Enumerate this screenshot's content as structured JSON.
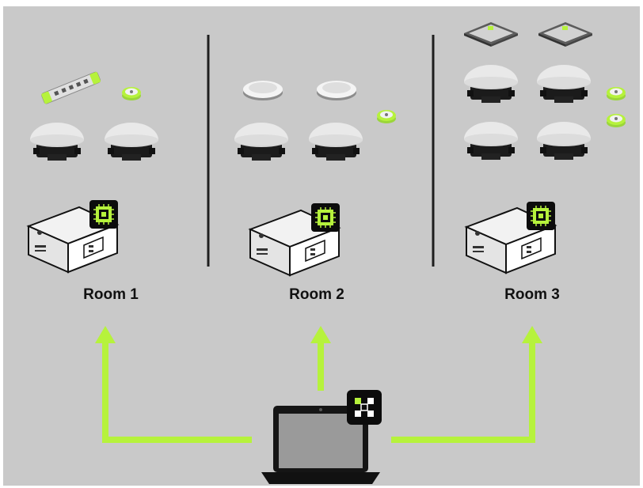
{
  "colors": {
    "background": "#c9c9c9",
    "accent": "#b6f23c",
    "divider": "#222222",
    "device_dark": "#111111",
    "device_light": "#eeeeee"
  },
  "rooms": [
    {
      "label": "Room 1",
      "icons": [
        "remote-icon",
        "mute-button-icon",
        "ceiling-speaker-icon",
        "ceiling-speaker-icon",
        "mini-pc-icon",
        "processor-chip-icon"
      ]
    },
    {
      "label": "Room 2",
      "icons": [
        "ceiling-microphone-icon",
        "ceiling-microphone-icon",
        "mute-button-icon",
        "ceiling-speaker-icon",
        "ceiling-speaker-icon",
        "mini-pc-icon",
        "processor-chip-icon"
      ]
    },
    {
      "label": "Room 3",
      "icons": [
        "ceiling-tile-microphone-icon",
        "ceiling-tile-microphone-icon",
        "ceiling-speaker-icon",
        "ceiling-speaker-icon",
        "mute-button-icon",
        "mute-button-icon",
        "ceiling-speaker-icon",
        "ceiling-speaker-icon",
        "mini-pc-icon",
        "processor-chip-icon"
      ]
    }
  ],
  "controller": {
    "icons": [
      "laptop-icon",
      "software-app-icon"
    ]
  }
}
